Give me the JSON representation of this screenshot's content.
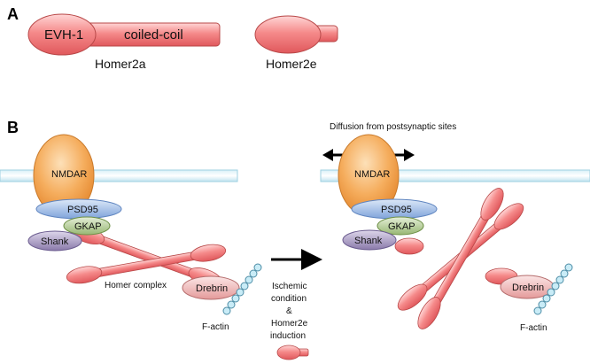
{
  "panel_a": {
    "letter": "A",
    "domain_evh": "EVH-1",
    "domain_cc": "coiled-coil",
    "label_homer2a": "Homer2a",
    "label_homer2e": "Homer2e"
  },
  "panel_b": {
    "letter": "B",
    "left": {
      "nmdar": "NMDAR",
      "psd95": "PSD95",
      "gkap": "GKAP",
      "shank": "Shank",
      "homer_complex": "Homer complex",
      "drebrin": "Drebrin",
      "factin": "F-actin"
    },
    "middle": {
      "line1": "Ischemic",
      "line2": "condition",
      "line3": "&",
      "line4": "Homer2e",
      "line5": "induction"
    },
    "right": {
      "diffusion": "Diffusion from postsynaptic sites",
      "nmdar": "NMDAR",
      "psd95": "PSD95",
      "gkap": "GKAP",
      "shank": "Shank",
      "drebrin": "Drebrin",
      "factin": "F-actin"
    }
  },
  "colors": {
    "homer": "#f08a8a",
    "nmdar": "#f2a24a",
    "psd95": "#8fb0e0",
    "gkap": "#a9c48a",
    "shank": "#9e8fb8",
    "membrane": "#bfe3ef",
    "actin": "#9fd3e6"
  }
}
